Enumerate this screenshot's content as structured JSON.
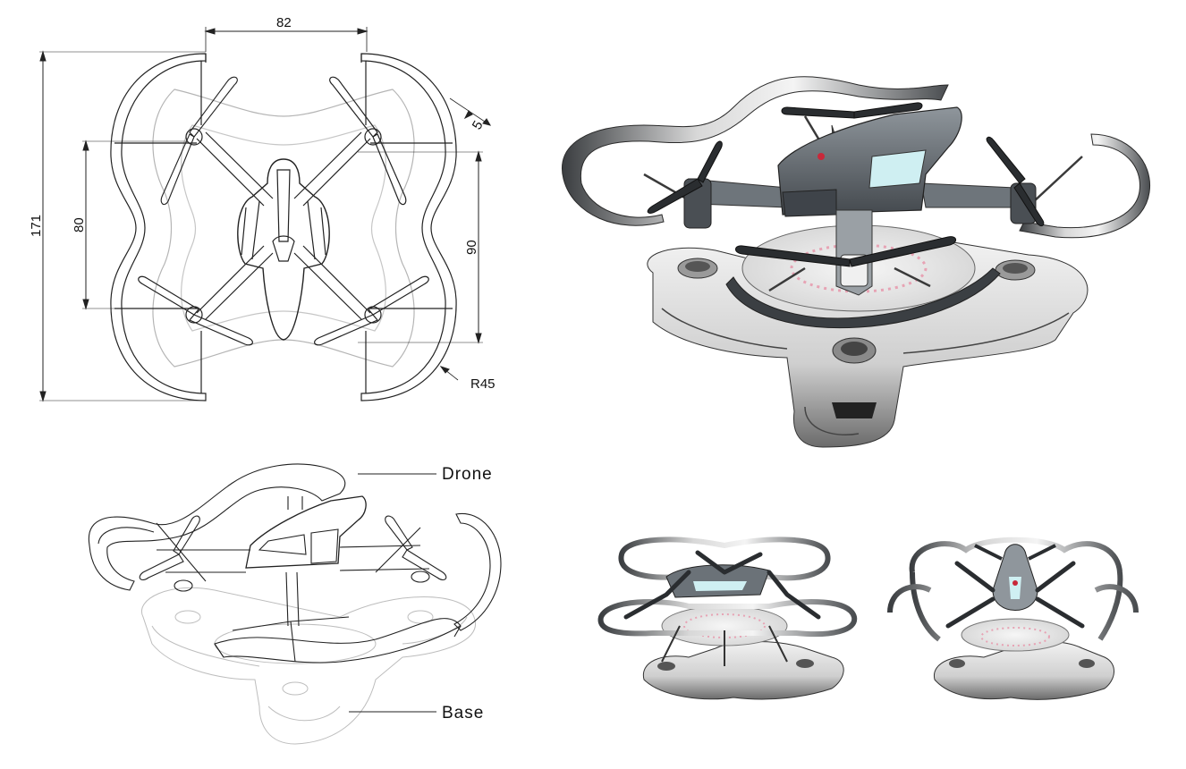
{
  "dimensions": {
    "width_top": "82",
    "overall_height": "171",
    "inner_left": "80",
    "inner_right": "90",
    "wall": "5",
    "radius": "R45"
  },
  "callouts": {
    "drone": "Drone",
    "base": "Base"
  },
  "colors": {
    "line": "#222222",
    "light_line": "#b8b8b8",
    "body_dark": "#555b60",
    "body_mid": "#8a9096",
    "base_light": "#e6e6e6",
    "screen": "#cfeff2",
    "accent_red": "#c8283a"
  }
}
